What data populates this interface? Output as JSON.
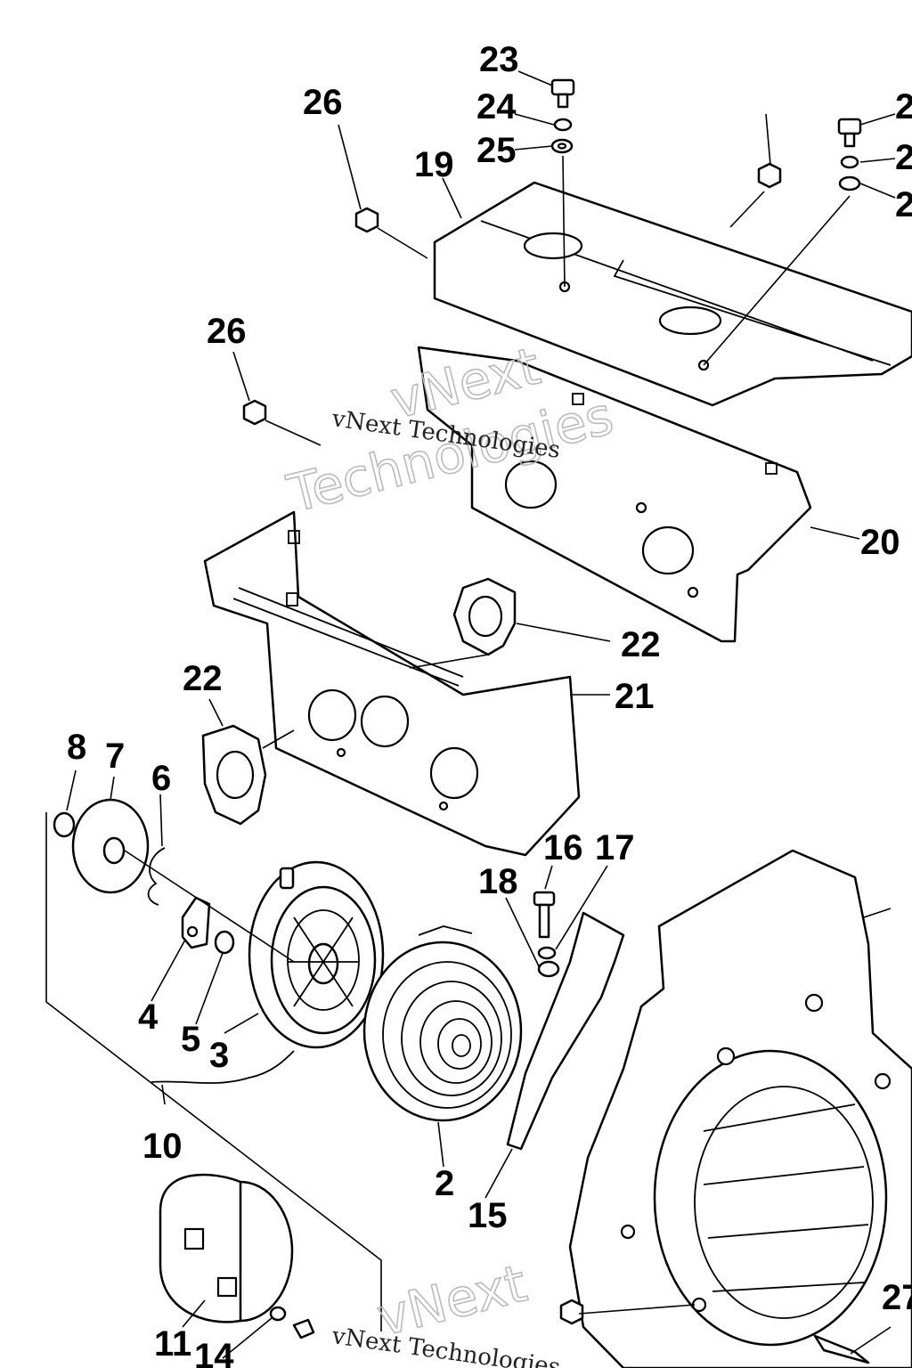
{
  "callouts": {
    "c23": "23",
    "c24": "24",
    "c25": "25",
    "c26a": "26",
    "c19": "19",
    "c26b": "26",
    "c20": "20",
    "c22a": "22",
    "c22b": "22",
    "c21": "21",
    "c8": "8",
    "c7": "7",
    "c6": "6",
    "c16": "16",
    "c17": "17",
    "c18": "18",
    "c4": "4",
    "c5": "5",
    "c3": "3",
    "c10": "10",
    "c2": "2",
    "c15": "15",
    "c11": "11",
    "c14": "14",
    "c27": "27",
    "cr1": "2",
    "cr2": "2",
    "cr3": "2"
  },
  "watermark": {
    "text": "vNext Technologies",
    "big_line1": "vNext",
    "big_line2": "Technologies"
  }
}
